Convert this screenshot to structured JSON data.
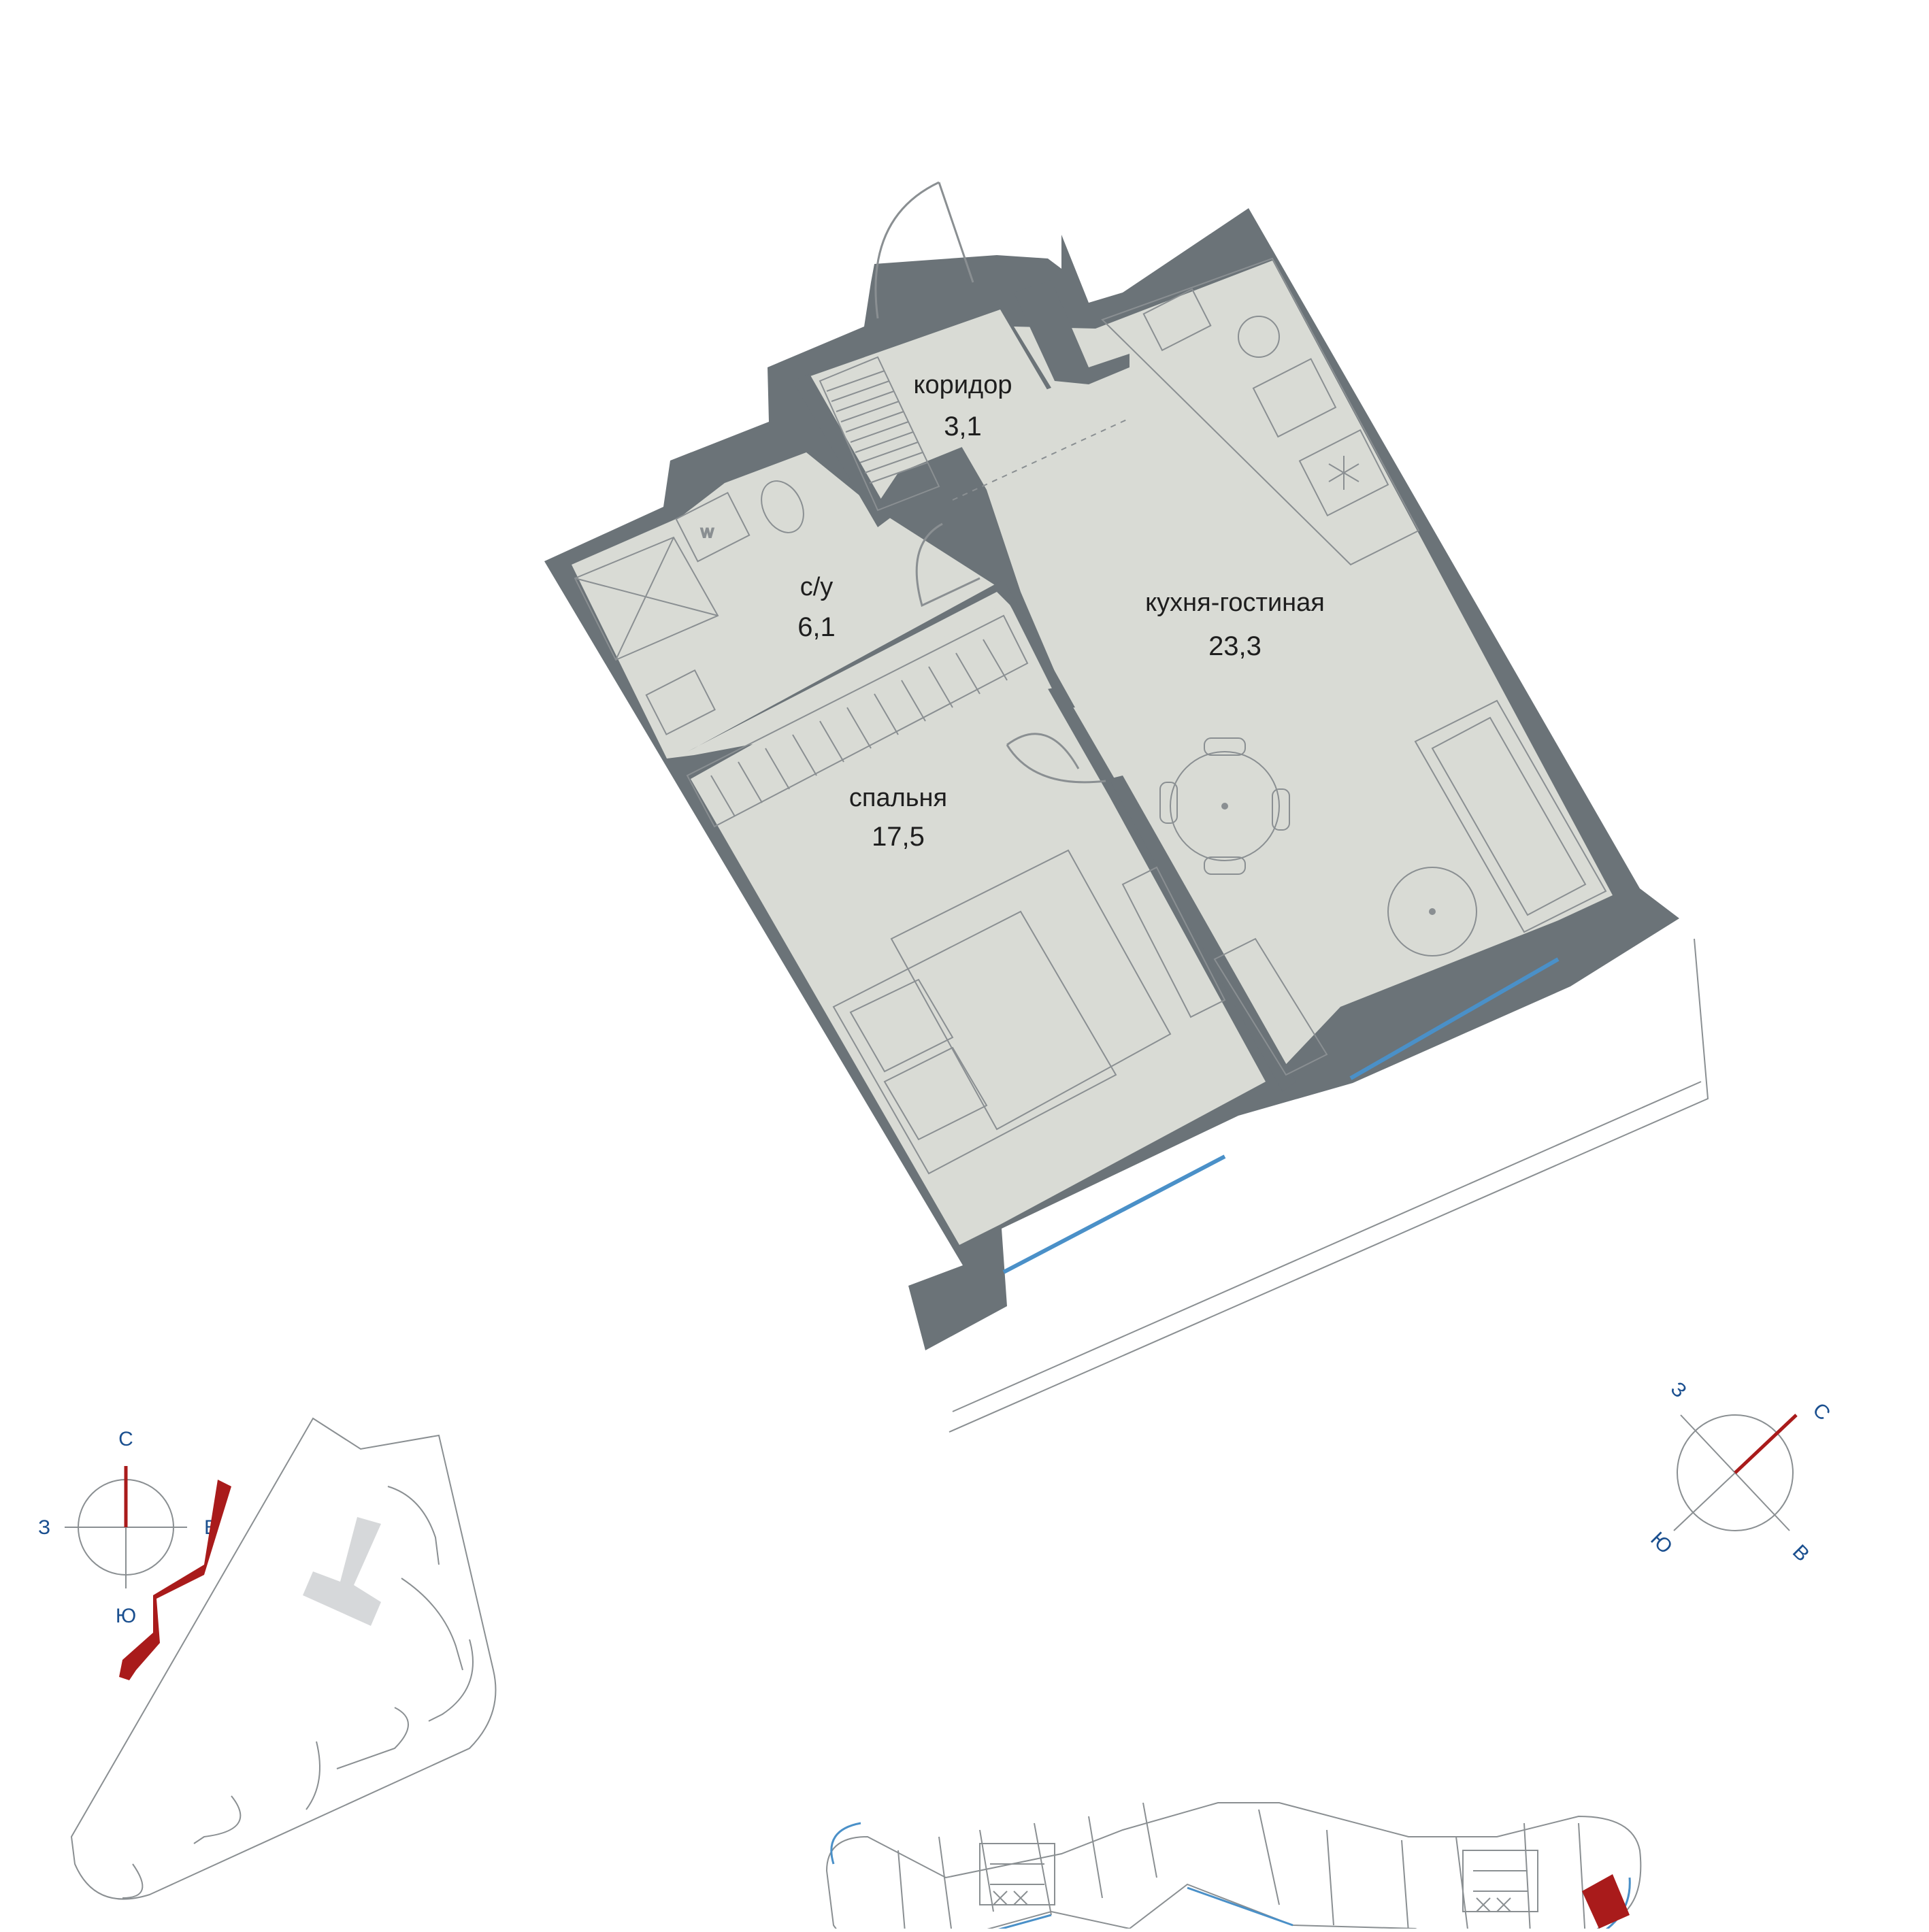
{
  "rooms": [
    {
      "id": "corridor",
      "label": "коридор",
      "area": "3,1"
    },
    {
      "id": "bathroom",
      "label": "с/у",
      "area": "6,1"
    },
    {
      "id": "kitchen_living",
      "label": "кухня-гостиная",
      "area": "23,3"
    },
    {
      "id": "bedroom",
      "label": "спальня",
      "area": "17,5"
    }
  ],
  "fixtures": {
    "washer_mark": "w"
  },
  "compass_left": {
    "north": "С",
    "south": "Ю",
    "west": "З",
    "east": "В"
  },
  "compass_right": {
    "north": "С",
    "south": "Ю",
    "west": "З",
    "east": "В"
  },
  "colors": {
    "wall": "#6b7378",
    "floor": "#d9dbd5",
    "line": "#8a8f92",
    "window": "#4a90c8",
    "highlight": "#a91b1b",
    "compass_text": "#1a4f8f",
    "compass_needle": "#a91b1b"
  }
}
